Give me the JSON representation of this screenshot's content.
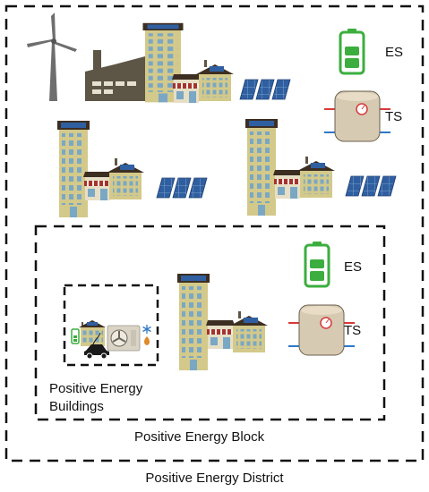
{
  "labels": {
    "district": "Positive Energy District",
    "block": "Positive Energy Block",
    "buildings": "Positive Energy Buildings",
    "es": "ES",
    "ts": "TS"
  },
  "colors": {
    "building": "#d3c98a",
    "roof": "#3d2e22",
    "window": "#7aa7c4",
    "solar": "#2f5fa0",
    "battery": "#3cae3f",
    "tank": "#d7cab2",
    "hot_pipe": "#d63a3a",
    "cold_pipe": "#2e78c8",
    "factory": "#5d5546",
    "turbine": "#6e6e6e",
    "shop_awning": "#a4332f"
  },
  "icons": [
    "wind-turbine-icon",
    "factory-icon",
    "apartment-building-icon",
    "shop-icon",
    "house-icon",
    "solar-panel-icon",
    "battery-icon",
    "thermal-tank-icon",
    "heat-pump-icon",
    "electric-car-icon",
    "snowflake-icon",
    "flame-icon"
  ]
}
